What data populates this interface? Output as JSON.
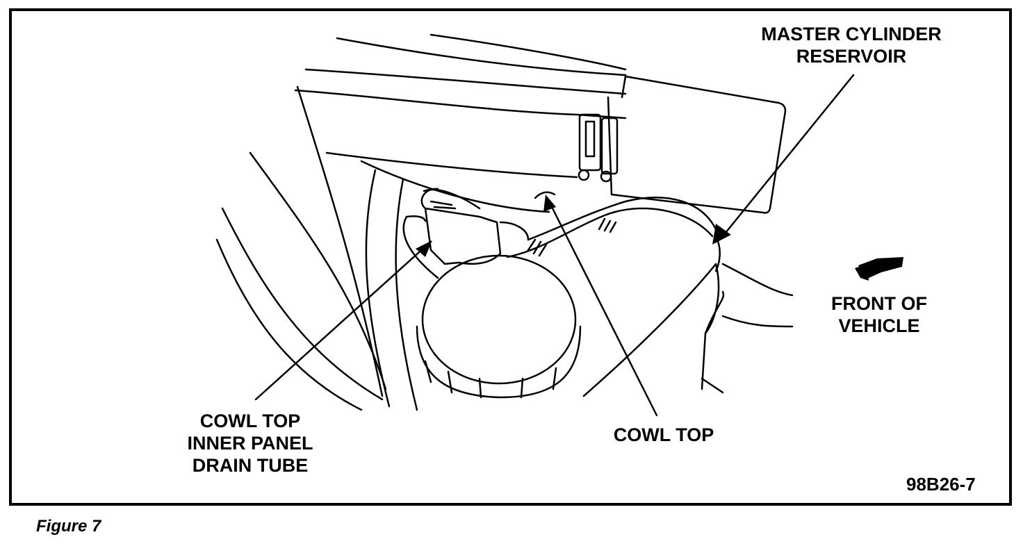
{
  "labels": {
    "master_cylinder_reservoir": [
      "MASTER CYLINDER",
      "RESERVOIR"
    ],
    "front_of_vehicle": [
      "FRONT OF",
      "VEHICLE"
    ],
    "cowl_top_inner_panel_drain_tube": [
      "COWL TOP",
      "INNER PANEL",
      "DRAIN TUBE"
    ],
    "cowl_top": [
      "COWL TOP"
    ]
  },
  "figure_code": "98B26-7",
  "caption": "Figure 7",
  "colors": {
    "line": "#000000",
    "background": "#ffffff"
  },
  "icons": [
    "arrow-front-of-vehicle-icon"
  ]
}
